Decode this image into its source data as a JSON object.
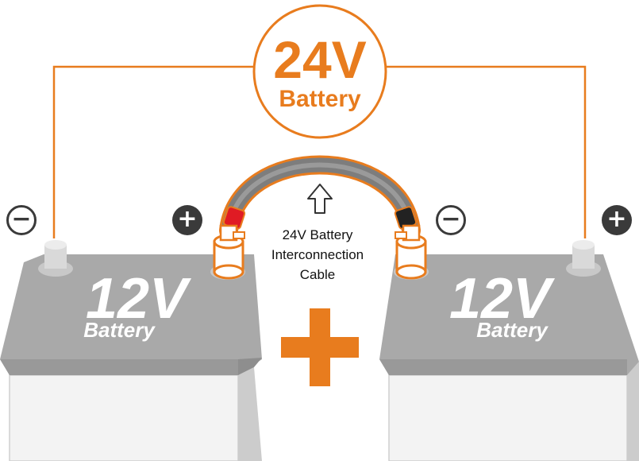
{
  "total": {
    "voltage": "24V",
    "label": "Battery",
    "color": "#e87c1e"
  },
  "battery_left": {
    "voltage": "12V",
    "label": "Battery"
  },
  "battery_right": {
    "voltage": "12V",
    "label": "Battery"
  },
  "cable_label": {
    "line1": "24V Battery",
    "line2": "Interconnection",
    "line3": "Cable"
  },
  "terminals": {
    "negative": "−",
    "positive": "+"
  },
  "colors": {
    "wire": "#e87c1e",
    "battery_top": "#a5a5a5",
    "battery_body": "#f2f2f2",
    "sign_dark": "#3a3a3a",
    "cable_positive": "#e01b24",
    "cable_negative": "#222222"
  }
}
